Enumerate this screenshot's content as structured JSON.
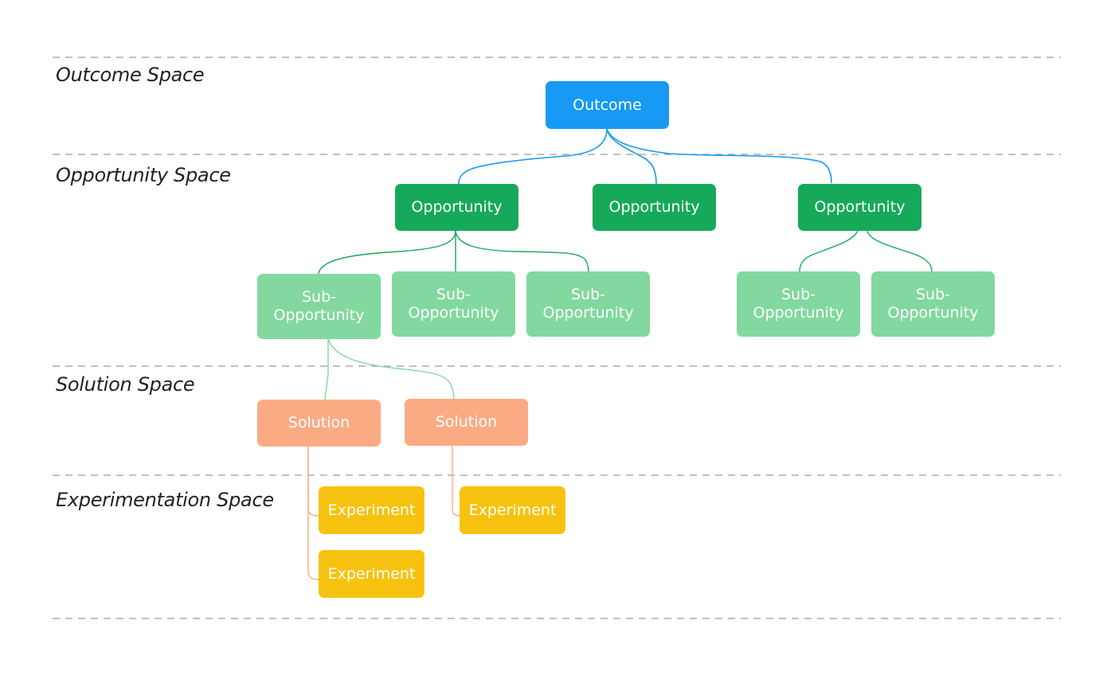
{
  "spaces": {
    "outcome": "Outcome Space",
    "opportunity": "Opportunity Space",
    "solution": "Solution Space",
    "experimentation": "Experimentation Space"
  },
  "nodes": {
    "outcome": "Outcome",
    "opportunity_1": "Opportunity",
    "opportunity_2": "Opportunity",
    "opportunity_3": "Opportunity",
    "sub_1": "Sub-\nOpportunity",
    "sub_2": "Sub-\nOpportunity",
    "sub_3": "Sub-\nOpportunity",
    "sub_4": "Sub-\nOpportunity",
    "sub_5": "Sub-\nOpportunity",
    "solution_1": "Solution",
    "solution_2": "Solution",
    "experiment_1": "Experiment",
    "experiment_2": "Experiment",
    "experiment_3": "Experiment"
  },
  "colors": {
    "outcome": "#1799f4",
    "opportunity": "#16a95a",
    "sub_opportunity": "#82d89e",
    "solution": "#fbab84",
    "experiment": "#f7c20f",
    "divider": "#9a9a9a"
  }
}
